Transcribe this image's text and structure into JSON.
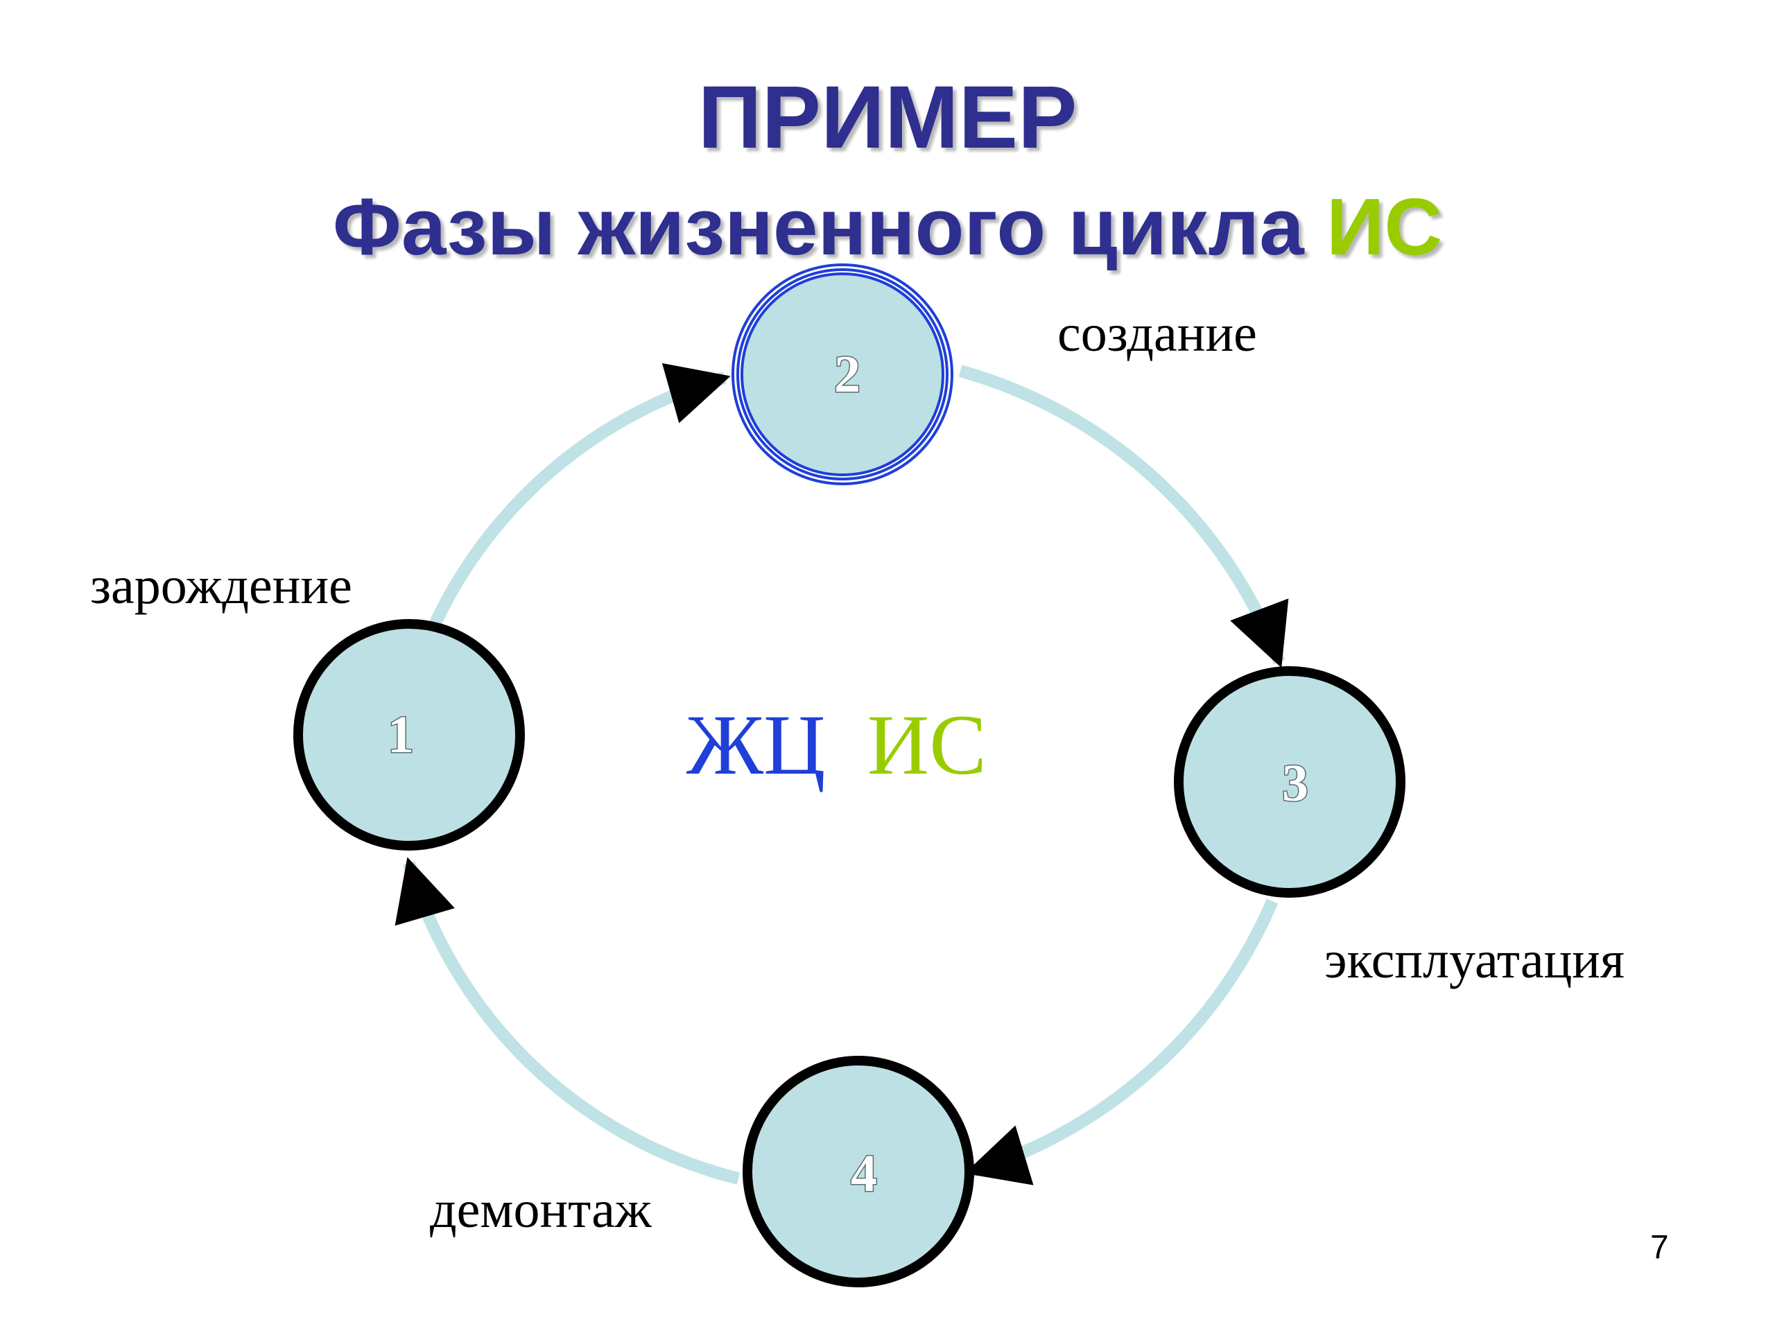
{
  "title": {
    "line1": "ПРИМЕР",
    "line2_main": "Фазы жизненного цикла ",
    "line2_accent": "ИС"
  },
  "center": {
    "part1": "ЖЦ",
    "part2": "ИС"
  },
  "nodes": [
    {
      "number": "1",
      "label": "зарождение"
    },
    {
      "number": "2",
      "label": "создание"
    },
    {
      "number": "3",
      "label": "эксплуатация"
    },
    {
      "number": "4",
      "label": "демонтаж"
    }
  ],
  "page_number": "7",
  "colors": {
    "title": "#2f2f8f",
    "accent_green": "#99cc00",
    "center_blue": "#1f3fd8",
    "node_fill": "#bde0e4",
    "cycle_line": "#bfe2e6",
    "highlight_ring": "#1f3fd8"
  }
}
